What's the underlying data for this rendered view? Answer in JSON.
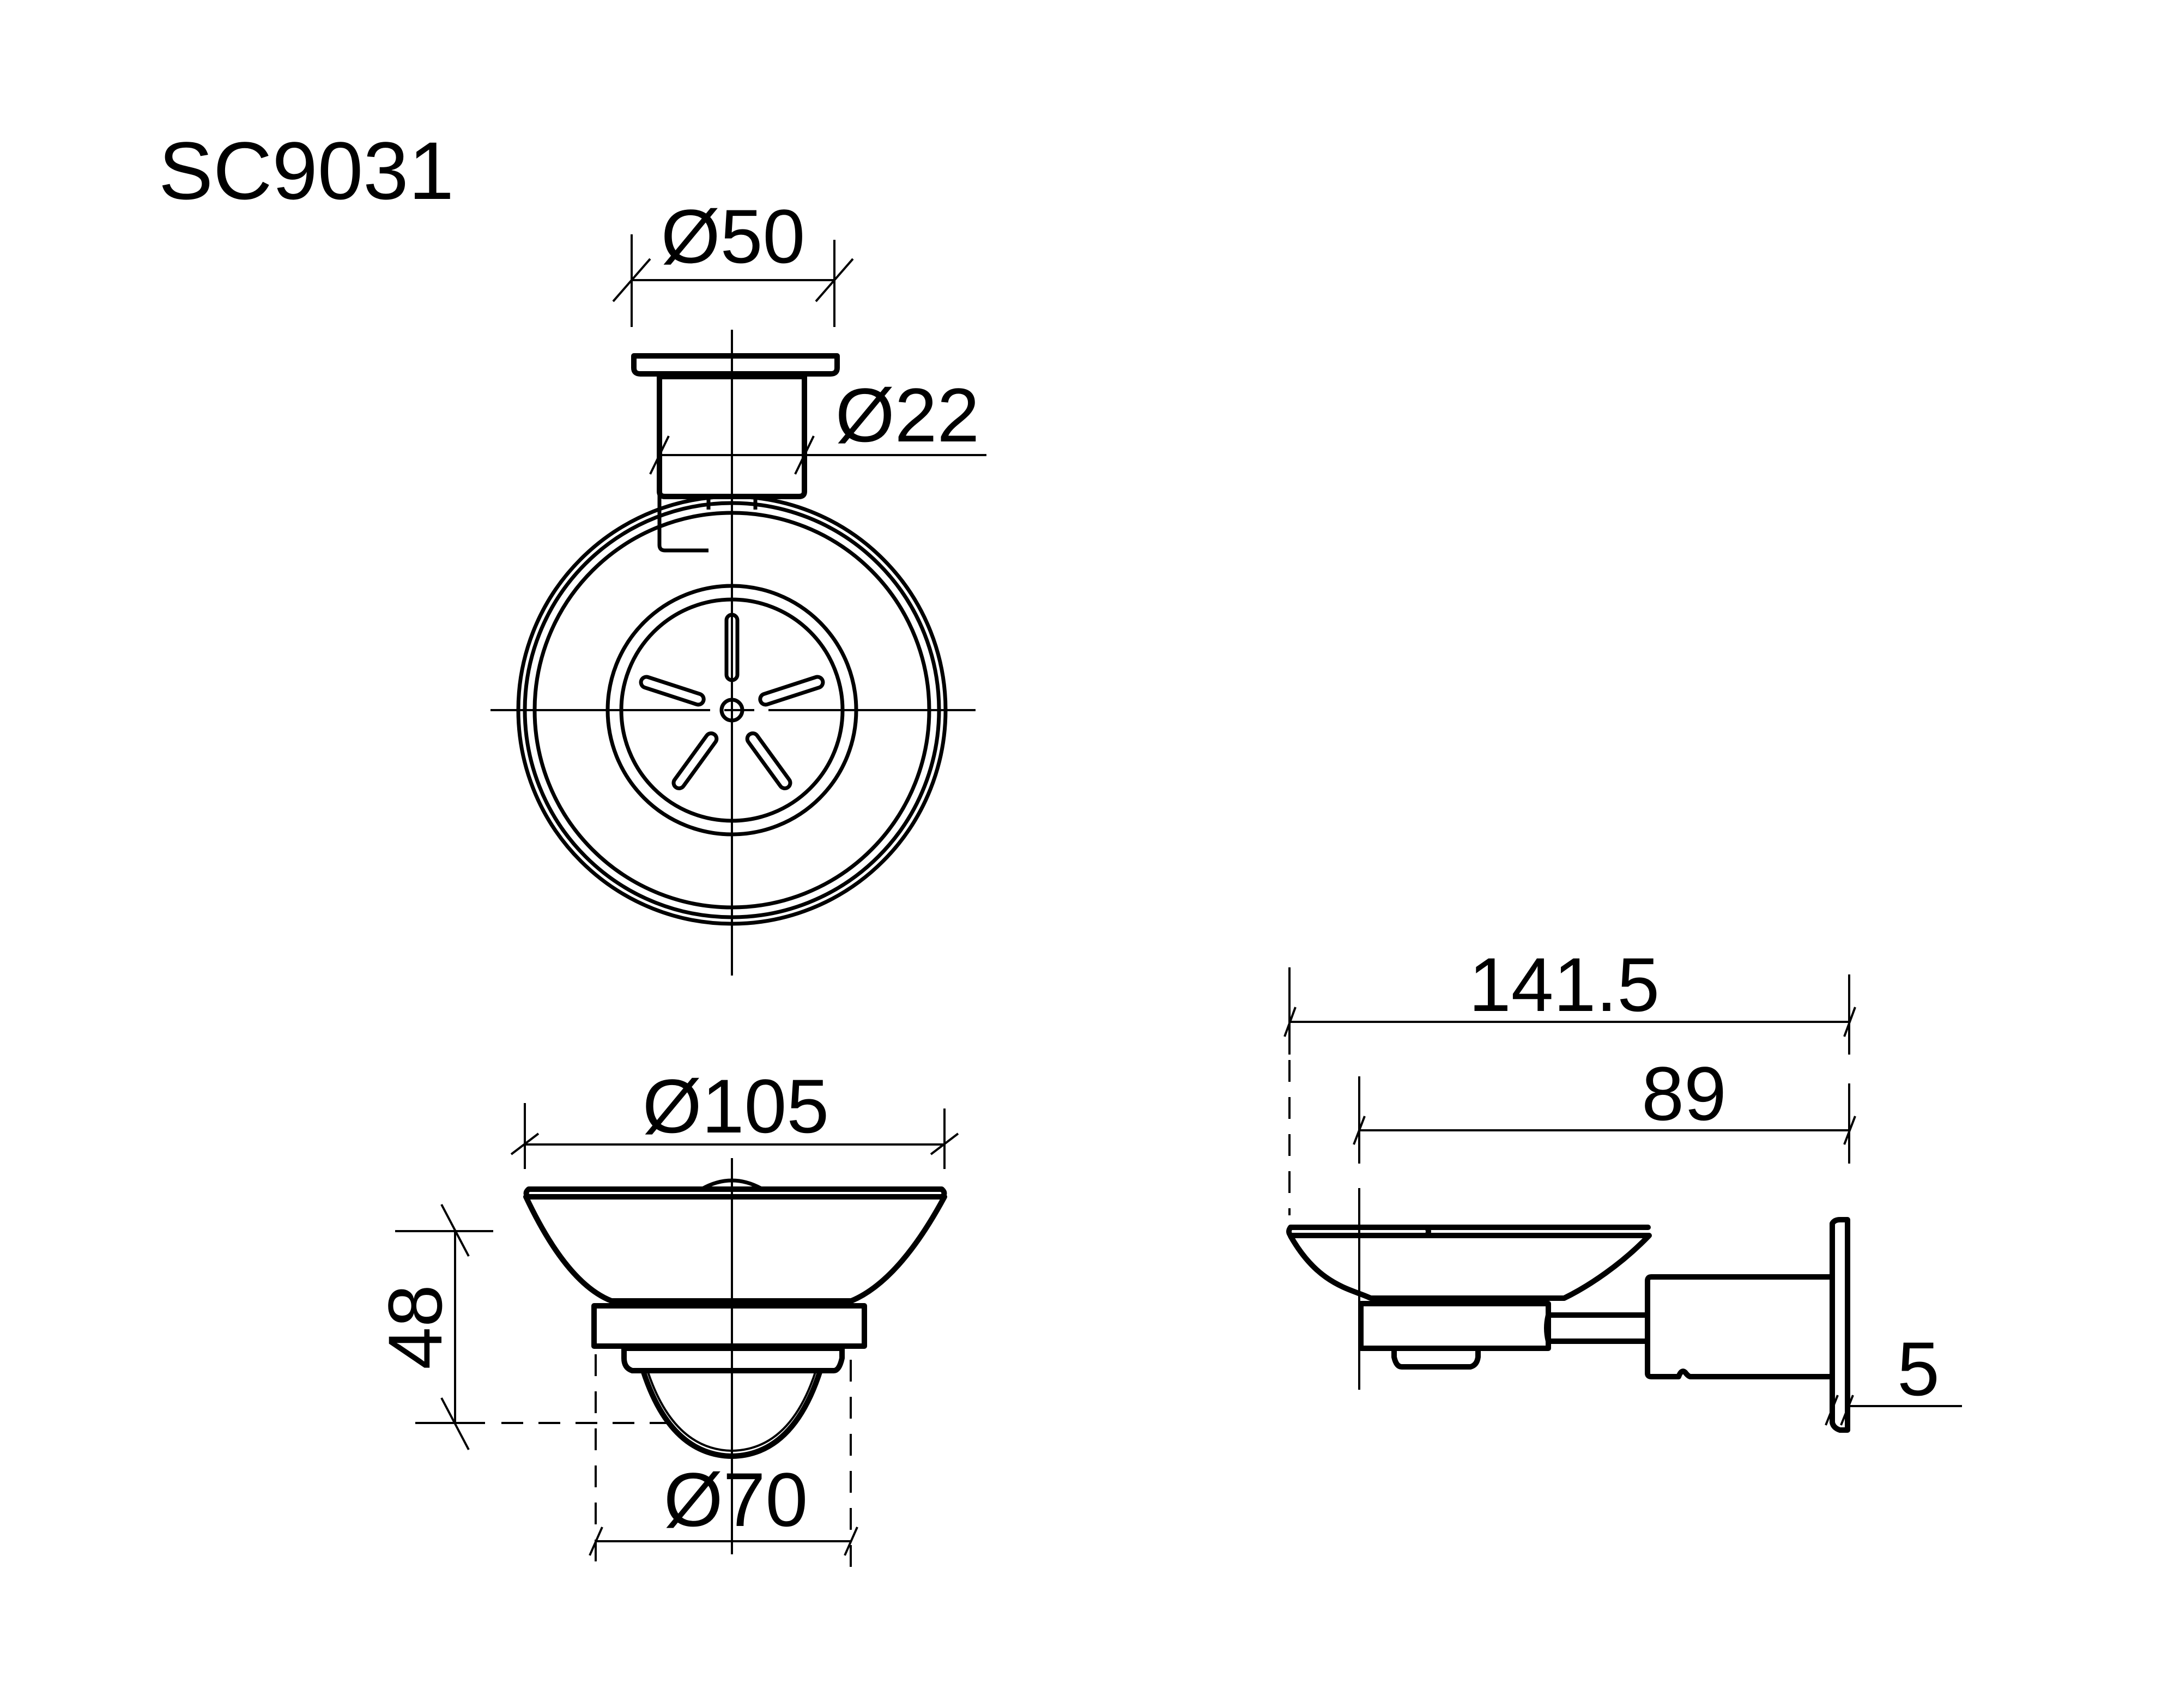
{
  "title": "SC9031",
  "colors": {
    "line": "#000000",
    "background": "#ffffff"
  },
  "views": {
    "top_view": {
      "dimensions": {
        "mount_plate_diameter": "Ø50",
        "post_diameter": "Ø22"
      }
    },
    "front_view": {
      "dimensions": {
        "dish_diameter": "Ø105",
        "height": "48",
        "base_diameter": "Ø70"
      }
    },
    "side_view": {
      "dimensions": {
        "total_projection": "141.5",
        "center_projection": "89",
        "plate_thickness": "5"
      }
    }
  }
}
